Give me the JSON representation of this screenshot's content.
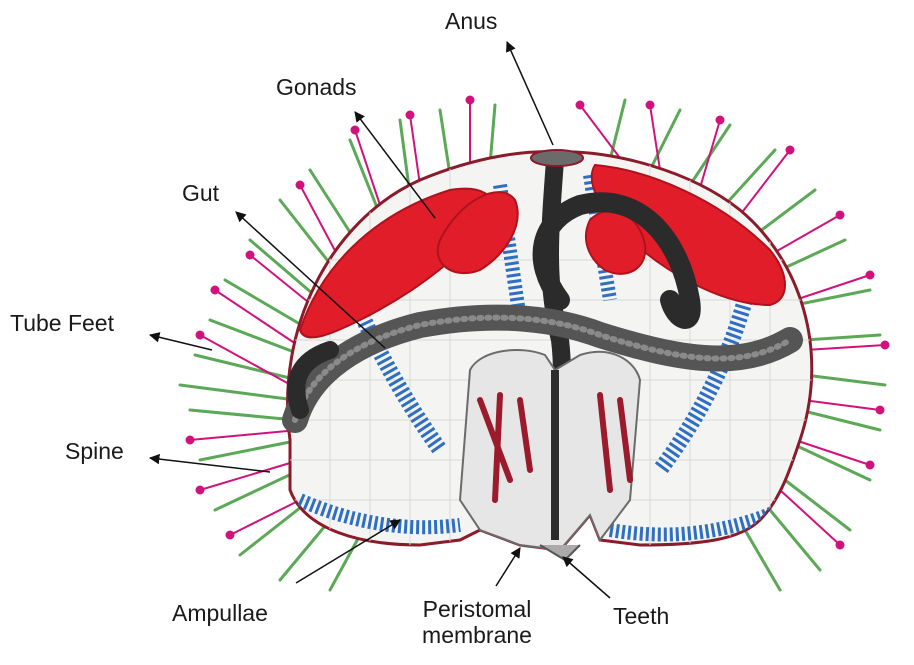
{
  "labels": {
    "anus": "Anus",
    "gonads": "Gonads",
    "gut": "Gut",
    "tube_feet": "Tube Feet",
    "spine": "Spine",
    "ampullae": "Ampullae",
    "peristomal_line1": "Peristomal",
    "peristomal_line2": "membrane",
    "teeth": "Teeth"
  },
  "colors": {
    "gonad_red": "#e11d2a",
    "gut_dark": "#3a3a3a",
    "ampullae_blue": "#2f6fc2",
    "spine_green": "#3f9a3a",
    "tube_feet_magenta": "#d1127c",
    "test_outline": "#8b1a2a",
    "label_text": "#1a1a1a",
    "arrow": "#111111"
  }
}
